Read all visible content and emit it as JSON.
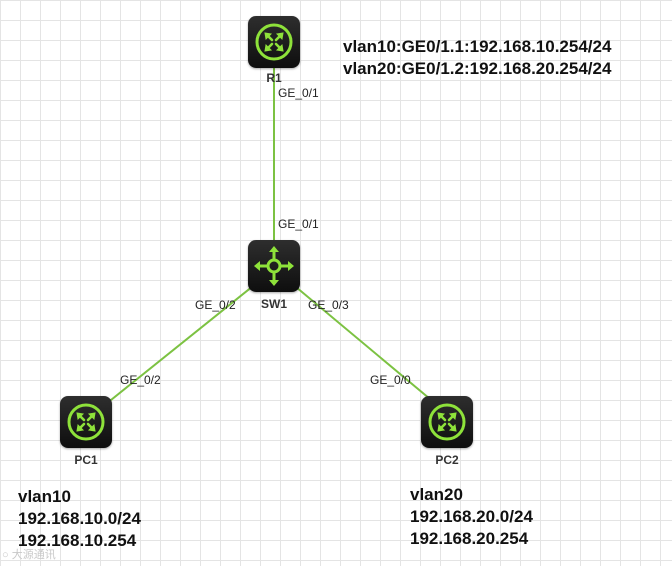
{
  "devices": {
    "r1": {
      "name": "R1",
      "icon": "router-icon"
    },
    "sw1": {
      "name": "SW1",
      "icon": "switch-icon"
    },
    "pc1": {
      "name": "PC1",
      "icon": "router-icon"
    },
    "pc2": {
      "name": "PC2",
      "icon": "router-icon"
    }
  },
  "ports": {
    "r1_sw1_r1": "GE_0/1",
    "r1_sw1_sw1": "GE_0/1",
    "sw1_pc1_sw1": "GE_0/2",
    "sw1_pc1_pc1": "GE_0/2",
    "sw1_pc2_sw1": "GE_0/3",
    "sw1_pc2_pc2": "GE_0/0"
  },
  "notes": {
    "r1": [
      "vlan10:GE0/1.1:192.168.10.254/24",
      "vlan20:GE0/1.2:192.168.20.254/24"
    ],
    "pc1": [
      "vlan10",
      "192.168.10.0/24",
      "192.168.10.254"
    ],
    "pc2": [
      "vlan20",
      "192.168.20.0/24",
      "192.168.20.254"
    ]
  },
  "watermark": "○ 大源通讯",
  "colors": {
    "link": "#7cc242",
    "icon_green": "#8ee23a",
    "device_body": "#1c1c1c"
  }
}
